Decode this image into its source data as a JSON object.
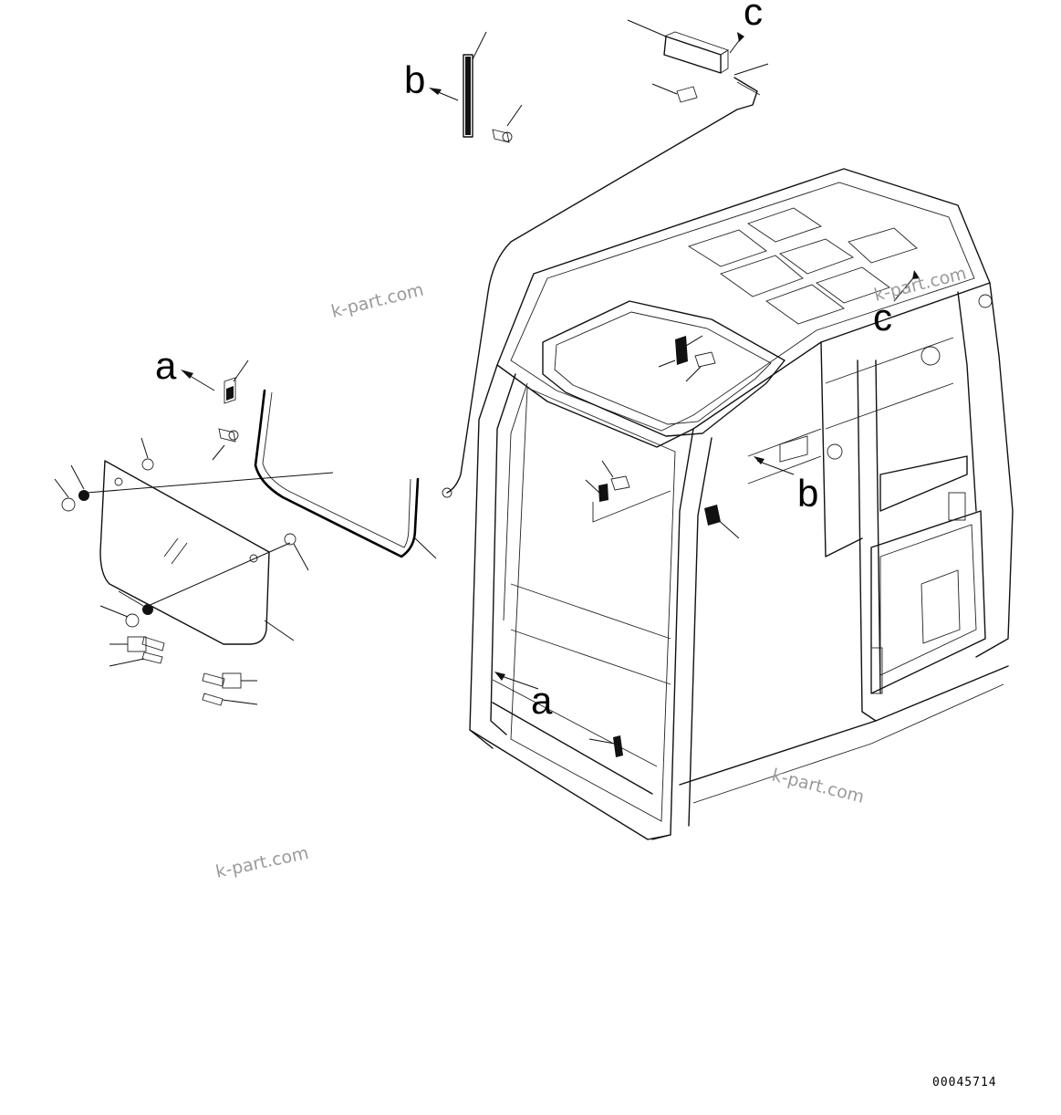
{
  "drawing_number": "00045714",
  "watermark": "k-part.com",
  "callouts": {
    "a": "a",
    "b": "b",
    "c": "c"
  }
}
